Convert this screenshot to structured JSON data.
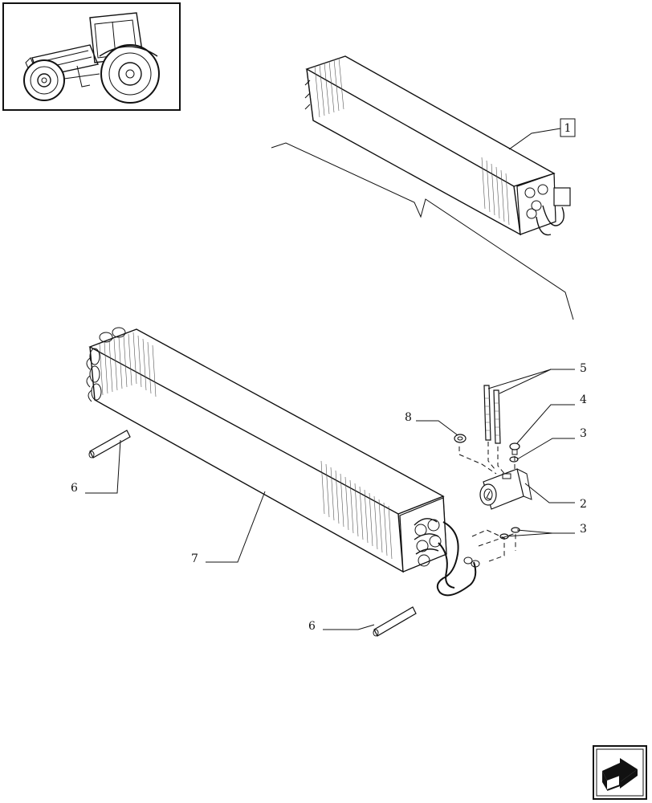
{
  "callouts": {
    "box_1": "1",
    "c2": "2",
    "c3_top": "3",
    "c3_bottom": "3",
    "c4": "4",
    "c5": "5",
    "c6_left": "6",
    "c6_bottom": "6",
    "c7": "7",
    "c8": "8"
  },
  "icons": {
    "thumbnail": "tractor-thumbnail-icon",
    "navigation": "next-page-arrow-icon"
  }
}
